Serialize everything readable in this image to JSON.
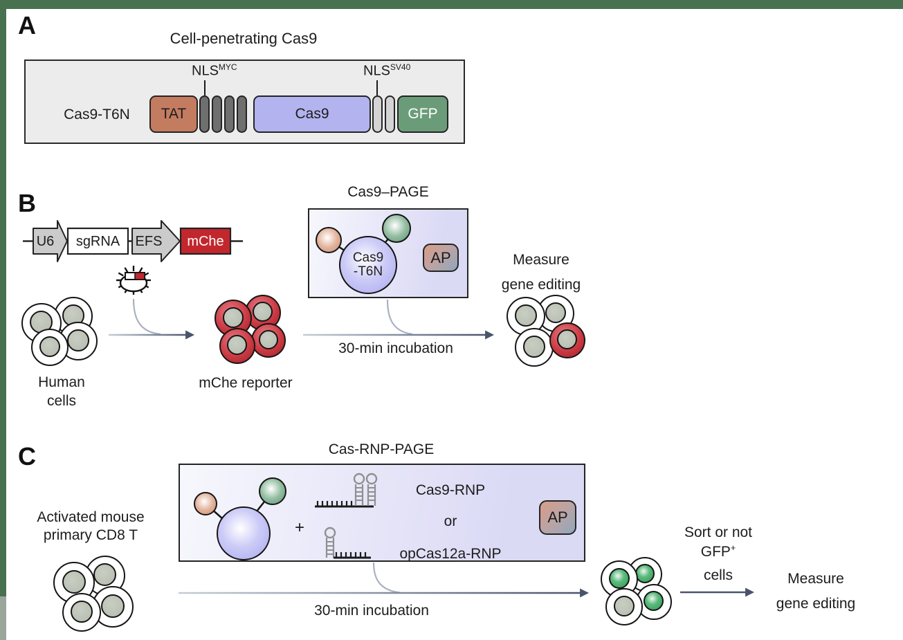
{
  "figure": {
    "panel_a": {
      "label": "A",
      "title": "Cell-penetrating Cas9",
      "construct_name": "Cas9-T6N",
      "nls_myc_base": "NLS",
      "nls_myc_sup": "MYC",
      "nls_sv40_base": "NLS",
      "nls_sv40_sup": "SV40",
      "tat_label": "TAT",
      "cas9_label": "Cas9",
      "gfp_label": "GFP"
    },
    "panel_b": {
      "label": "B",
      "u6_label": "U6",
      "sgrna_label": "sgRNA",
      "efs_label": "EFS",
      "mche_label": "mChe",
      "human_line1": "Human",
      "human_line2": "cells",
      "reporter_label": "mChe reporter",
      "page_title": "Cas9–PAGE",
      "protein_line1": "Cas9",
      "protein_line2": "-T6N",
      "ap_label": "AP",
      "incubation_label": "30-min incubation",
      "measure_line1": "Measure",
      "measure_line2": "gene editing"
    },
    "panel_c": {
      "label": "C",
      "cells_line1": "Activated mouse",
      "cells_line2": "primary CD8 T",
      "page_title": "Cas-RNP-PAGE",
      "plus": "+",
      "rnp_option1": "Cas9-RNP",
      "rnp_or": "or",
      "rnp_option2": "opCas12a-RNP",
      "ap_label": "AP",
      "incubation_label": "30-min incubation",
      "sort_line1": "Sort or not",
      "sort_gfp_base": "GFP",
      "sort_gfp_sup": "+",
      "sort_line3": "cells",
      "measure_line1": "Measure",
      "measure_line2": "gene editing"
    },
    "colors": {
      "frame_green": "#47714f",
      "frame_green_muted": "#9aa69c",
      "panel_a_bg": "#ececec",
      "tat_fill": "#c47c60",
      "dark_pill": "#6f6f6f",
      "cas9_fill": "#b3b3f0",
      "light_pill": "#d4d4d4",
      "gfp_fill": "#6b9c79",
      "mche_red": "#c2272e",
      "promoter_arrow_gray": "#cbcbcb",
      "page_box_lavender": "#dbdaf5",
      "arrow_slate": "#49546c",
      "nucleus_gray": "#b9beb2",
      "gfp_nucleus_green": "#3aa45e",
      "protein_purple": "#a9a8ee",
      "protein_salmon": "#cf8e70",
      "protein_green": "#5f9471"
    }
  }
}
